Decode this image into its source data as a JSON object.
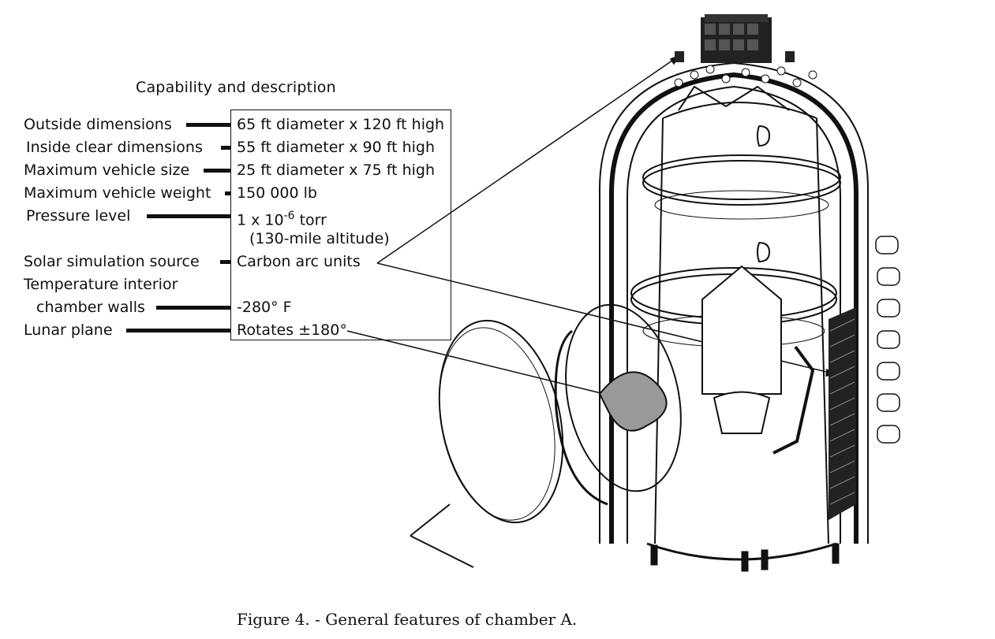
{
  "heading": "Capability and description",
  "rows": [
    {
      "label": "Outside dimensions",
      "spec": "65 ft diameter x 120 ft high"
    },
    {
      "label": "Inside clear dimensions",
      "spec": "55 ft diameter x 90 ft high"
    },
    {
      "label": "Maximum vehicle size",
      "spec": "25 ft diameter x 75 ft high"
    },
    {
      "label": "Maximum vehicle weight",
      "spec": "150 000 lb"
    },
    {
      "label": "Pressure level",
      "spec": "1 x 10",
      "spec_sup": "-6",
      "spec_tail": " torr"
    },
    {
      "label": "",
      "spec": "(130-mile altitude)"
    },
    {
      "label": "Solar simulation source",
      "spec": "Carbon arc units"
    },
    {
      "label": "Temperature interior",
      "spec": ""
    },
    {
      "label": "chamber walls",
      "spec": "-280° F"
    },
    {
      "label": "Lunar plane",
      "spec": "Rotates ±180°"
    }
  ],
  "caption": "Figure 4. - General features of chamber A."
}
